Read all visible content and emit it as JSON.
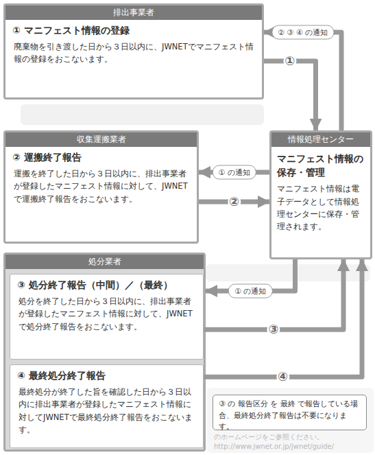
{
  "diagram": {
    "nodes": [
      {
        "text": [
          "排出事業者",
          "① マニフェスト情報の登録",
          "廃棄物を引き渡した日から３日以内に、JWNETでマニフェスト情報の登録をおこないます。"
        ]
      },
      {
        "text": [
          "収集運搬業者",
          "② 運搬終了報告",
          "運搬を終了した日から３日以内に、排出事業者が登録したマニフェスト情報に対して、JWNETで運搬終了報告をおこないます。"
        ]
      },
      {
        "text": [
          "処分業者"
        ]
      },
      {
        "text": [
          "③ 処分終了報告（中間）／（最終）",
          "処分を終了した日から３日以内に、排出事業者が登録したマニフェスト情報に対して、JWNETで処分終了報告をおこないます。"
        ],
        "in": 2
      },
      {
        "text": [
          "④ 最終処分終了報告",
          "最終処分が終了した旨を確認した日から３日以内に排出事業者が登録したマニフェスト情報に対してJWNETで最終処分終了報告をおこないます。"
        ],
        "in": 2
      },
      {
        "text": [
          "情報処理センター",
          "マニフェスト情報の保存・管理",
          "マニフェスト情報は電子データとして情報処理センターに保存・管理されます。"
        ]
      },
      {
        "text": [
          "③ の 報告区分 を 最終 で報告している場合、最終処分終了報告は不要になります。"
        ]
      }
    ],
    "edges": [
      {
        "from": 0,
        "to": 5,
        "label": "①",
        "arrow": "to"
      },
      {
        "from": 5,
        "to": 0,
        "label": "② ③ ④ の通知",
        "arrow": "to"
      },
      {
        "from": 5,
        "to": 1,
        "label": "① の通知",
        "arrow": "to"
      },
      {
        "from": 1,
        "to": 5,
        "label": "②",
        "arrow": "to"
      },
      {
        "from": 5,
        "to": 2,
        "label": "① の通知",
        "arrow": "to"
      },
      {
        "from": 3,
        "to": 5,
        "label": "③",
        "arrow": "to"
      },
      {
        "from": 4,
        "to": 5,
        "label": "④",
        "arrow": "to"
      }
    ],
    "labels": [
      "のホームページをご参照ください。",
      "http://www.jwnet.or.jp/jwnet/guide/"
    ]
  }
}
